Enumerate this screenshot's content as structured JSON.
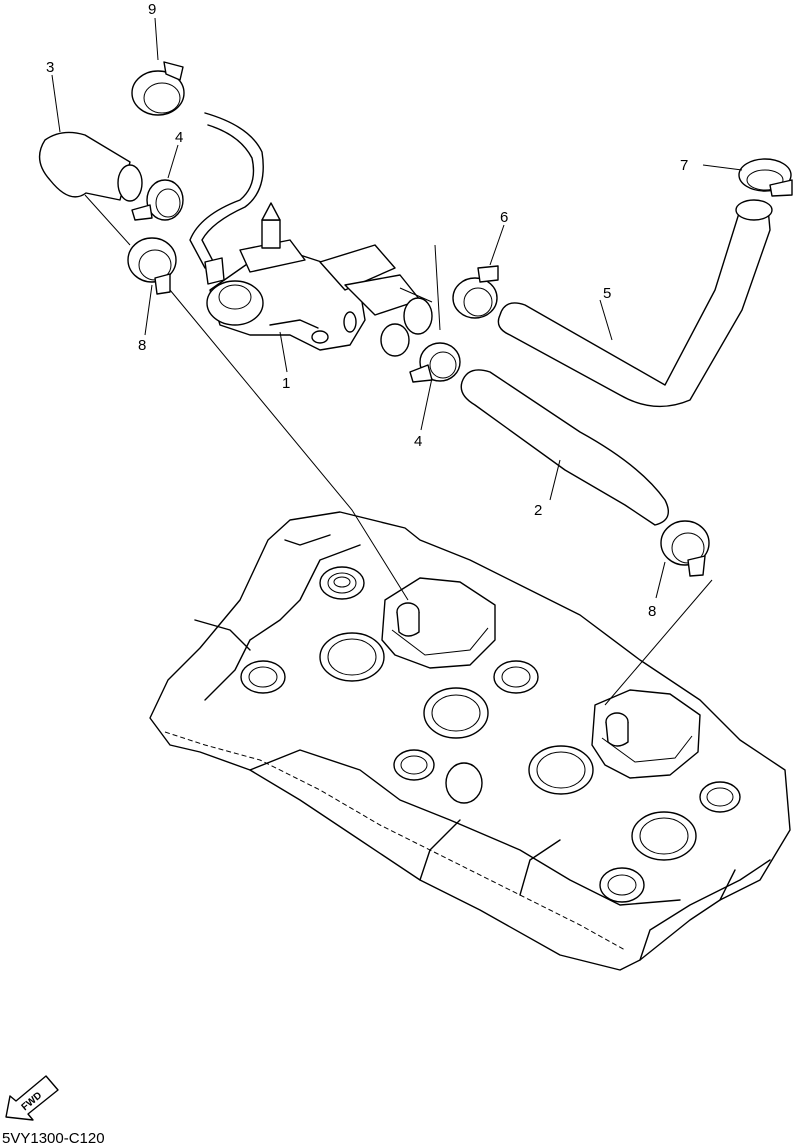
{
  "diagram_code": "5VY1300-C120",
  "fwd_label": "FWD",
  "callouts": [
    {
      "id": "c1",
      "label": "1"
    },
    {
      "id": "c2",
      "label": "2"
    },
    {
      "id": "c3",
      "label": "3"
    },
    {
      "id": "c4a",
      "label": "4"
    },
    {
      "id": "c4b",
      "label": "4"
    },
    {
      "id": "c5",
      "label": "5"
    },
    {
      "id": "c6",
      "label": "6"
    },
    {
      "id": "c7",
      "label": "7"
    },
    {
      "id": "c8a",
      "label": "8"
    },
    {
      "id": "c8b",
      "label": "8"
    },
    {
      "id": "c9",
      "label": "9"
    }
  ]
}
